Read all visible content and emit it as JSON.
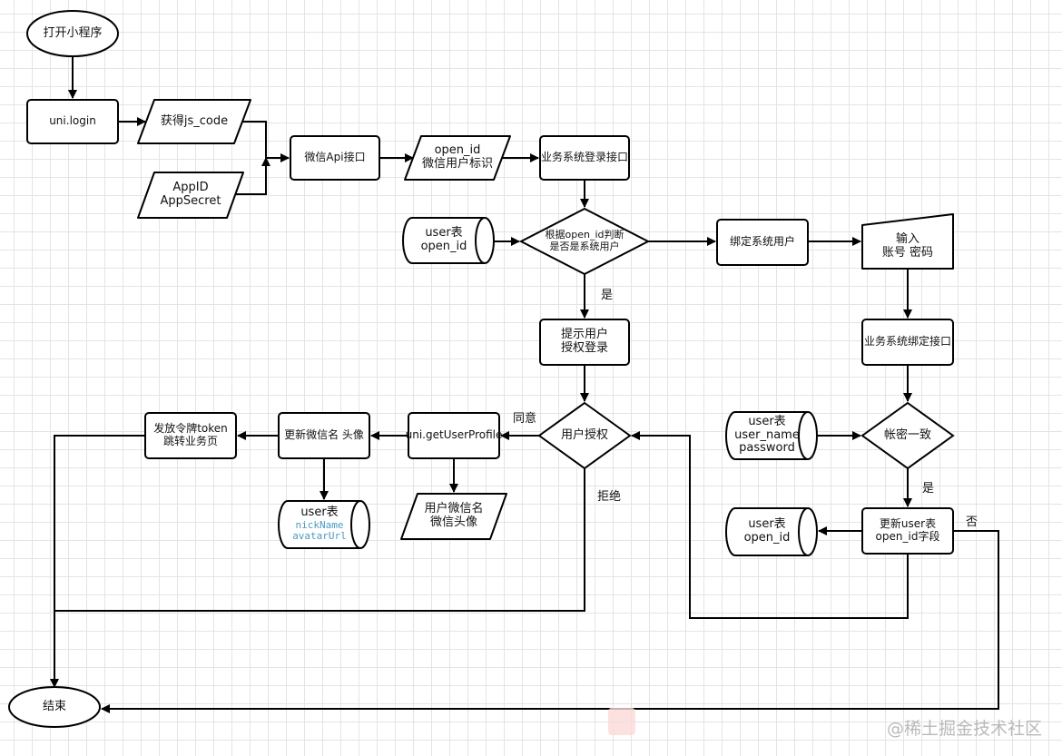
{
  "nodes": {
    "start": {
      "lines": [
        "打开小程序"
      ]
    },
    "uni_login": {
      "lines": [
        "uni.login"
      ]
    },
    "js_code": {
      "lines": [
        "获得js_code"
      ]
    },
    "appid": {
      "lines": [
        "AppID",
        "AppSecret"
      ]
    },
    "wechat_api": {
      "lines": [
        "微信Api接口"
      ]
    },
    "open_id": {
      "lines": [
        "open_id",
        "微信用户标识"
      ]
    },
    "biz_login": {
      "lines": [
        "业务系统登录接口"
      ]
    },
    "user_table_1": {
      "lines": [
        "user表",
        "open_id"
      ]
    },
    "decision_openid": {
      "lines": [
        "根据open_id判断",
        "是否是系统用户"
      ]
    },
    "bind_user": {
      "lines": [
        "绑定系统用户"
      ]
    },
    "input": {
      "lines": [
        "输入",
        "账号 密码"
      ]
    },
    "prompt_auth": {
      "lines": [
        "提示用户",
        "授权登录"
      ]
    },
    "biz_bind": {
      "lines": [
        "业务系统绑定接口"
      ]
    },
    "user_auth": {
      "lines": [
        "用户授权"
      ]
    },
    "get_profile": {
      "lines": [
        "uni.getUserProfile"
      ]
    },
    "update_wechat": {
      "lines": [
        "更新微信名 头像"
      ]
    },
    "issue_token": {
      "lines": [
        "发放令牌token",
        "跳转业务页"
      ]
    },
    "user_table_2": {
      "lines": [
        "user表"
      ],
      "mono_lines": [
        "nickName",
        "avatarUrl"
      ]
    },
    "wechat_profile": {
      "lines": [
        "用户微信名",
        "微信头像"
      ]
    },
    "user_table_3": {
      "lines": [
        "user表",
        "user_name",
        "password"
      ]
    },
    "decision_pwd": {
      "lines": [
        "帐密一致"
      ]
    },
    "update_openid": {
      "lines": [
        "更新user表",
        "open_id字段"
      ]
    },
    "user_table_4": {
      "lines": [
        "user表",
        "open_id"
      ]
    },
    "end": {
      "lines": [
        "结束"
      ]
    }
  },
  "edge_labels": {
    "yes_1": "是",
    "agree": "同意",
    "reject": "拒绝",
    "yes_2": "是",
    "no": "否"
  },
  "watermark": "@稀土掘金技术社区"
}
